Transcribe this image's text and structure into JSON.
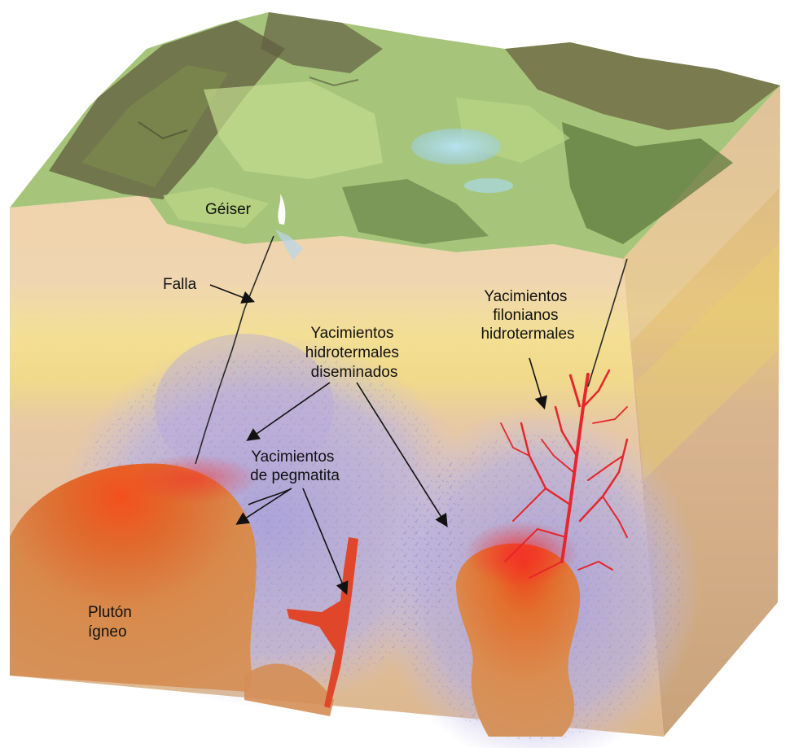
{
  "labels": {
    "geyser": "Géiser",
    "fault": "Falla",
    "vein_deposits": [
      "Yacimientos",
      "filonianos",
      "hidrotermales"
    ],
    "disseminated_deposits": [
      "Yacimientos",
      "hidrotermales",
      "diseminados"
    ],
    "pegmatite_deposits": [
      "Yacimientos",
      "de pegmatita"
    ],
    "pluton": [
      "Plutón",
      "ígneo"
    ]
  },
  "colors": {
    "terrain_green": "#8fbf6a",
    "terrain_dark": "#5a5a3e",
    "water": "#a9d8e8",
    "rock_tan": "#e8c9a0",
    "rock_yellow": "#f1dc8c",
    "alteration_purple": "#b4aee0",
    "pluton_orange": "#d98a4a",
    "pluton_hot": "#f2541c",
    "vein_red": "#e8242a"
  }
}
